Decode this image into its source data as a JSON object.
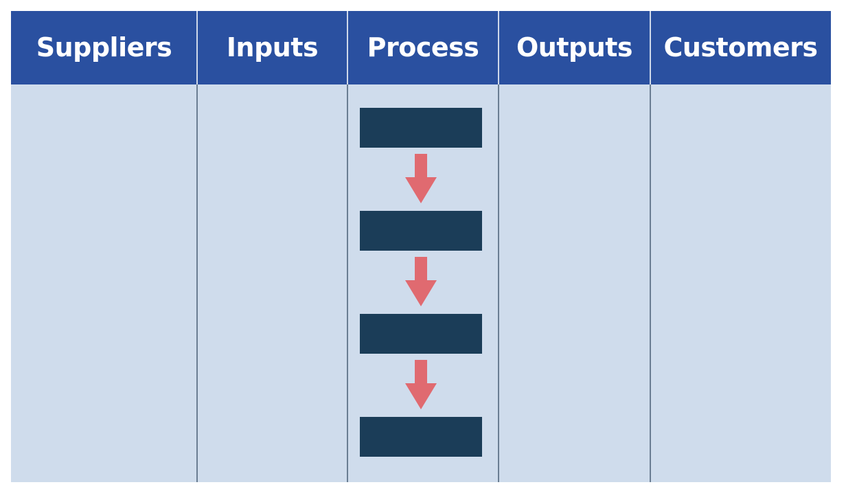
{
  "columns": [
    {
      "key": "suppliers",
      "label": "Suppliers"
    },
    {
      "key": "inputs",
      "label": "Inputs"
    },
    {
      "key": "process",
      "label": "Process"
    },
    {
      "key": "outputs",
      "label": "Outputs"
    },
    {
      "key": "customers",
      "label": "Customers"
    }
  ],
  "process_steps": [
    {
      "label": ""
    },
    {
      "label": ""
    },
    {
      "label": ""
    },
    {
      "label": ""
    }
  ],
  "colors": {
    "header_bg": "#2a50a0",
    "header_text": "#ffffff",
    "body_bg": "#cfdcec",
    "step_box": "#1b3d58",
    "arrow": "#e06a70",
    "column_divider": "#6a7d92"
  }
}
